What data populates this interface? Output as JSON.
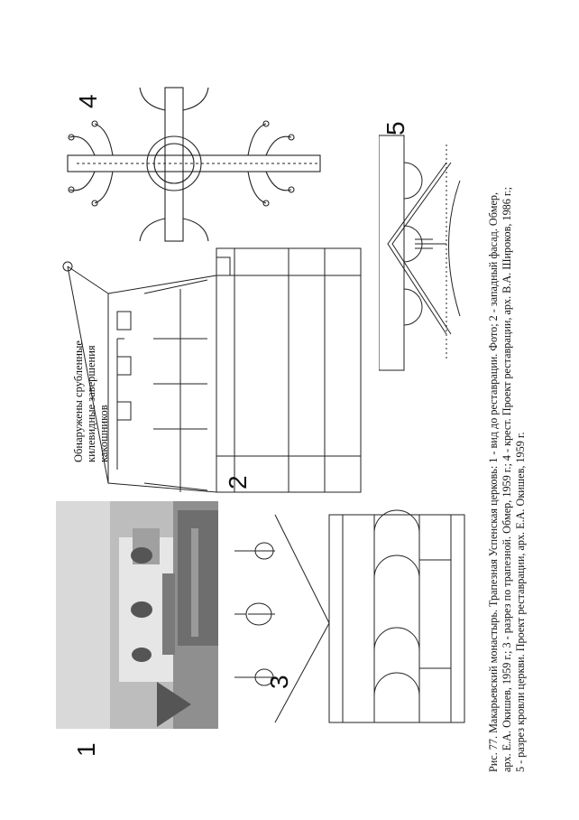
{
  "figure": {
    "panel_labels": [
      "1",
      "2",
      "3",
      "4",
      "5"
    ],
    "annotation_lines": [
      "Обнаружены срубленные",
      "килевидные завершения",
      "какошников"
    ],
    "caption_lines": [
      "Рис. 77. Макарьевский монастырь. Трапезная Успенская церковь: 1 - вид до реставрации. Фото; 2 - западный фасад. Обмер,",
      "арх. Е.А. Окишев, 1959 г.; 3 - разрез по трапезной. Обмер, 1959 г.; 4 - крест. Проект реставрации, арх. В.А. Широков, 1986 г.;",
      "5 - разрез кровли церкви. Проект реставрации, арх. Е.А. Окишев, 1959 г."
    ]
  }
}
